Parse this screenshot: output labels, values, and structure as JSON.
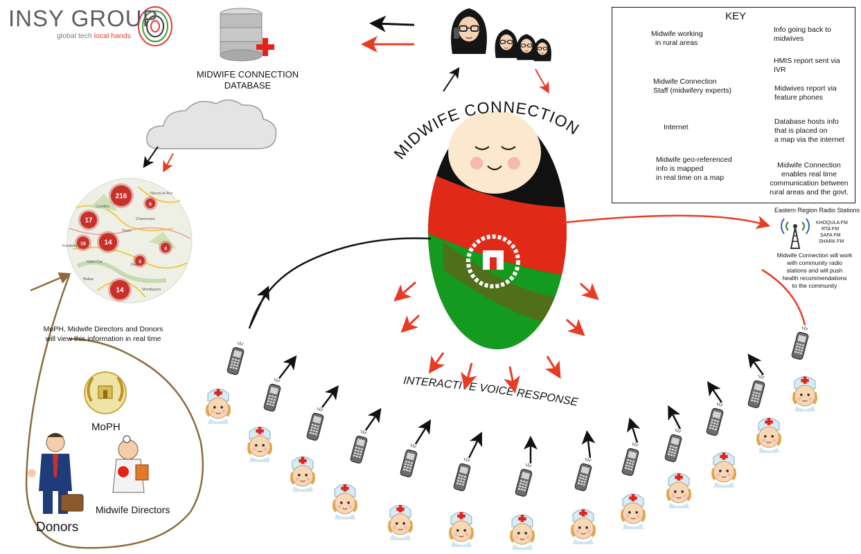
{
  "logo": {
    "title": "INSY GROUP",
    "tagline_part1": "global tech ",
    "tagline_part2": "local hands"
  },
  "database": {
    "label_line1": "MIDWIFE CONNECTION",
    "label_line2": "DATABASE"
  },
  "center": {
    "arc_title": "MIDWIFE CONNECTION",
    "ivr_label": "INTERACTIVE VOICE RESPONSE"
  },
  "key": {
    "title": "KEY",
    "items": [
      {
        "icon": "midwife-icon",
        "text_lines": [
          "Midwife working",
          "in rural areas"
        ]
      },
      {
        "icon": "red-arrow-icon",
        "text_lines": [
          "Info going back to",
          "midwives"
        ]
      },
      {
        "icon": "staff-icon",
        "text_lines": [
          "Midwife Connection",
          "Staff (midwifery experts)"
        ]
      },
      {
        "icon": "black-arrow-icon",
        "text_lines": [
          "HMIS report sent via",
          "IVR"
        ]
      },
      {
        "icon": "phone-icon",
        "text_lines": [
          "Midwives report via",
          "feature phones"
        ]
      },
      {
        "icon": "cloud-icon",
        "text_lines": [
          "Internet"
        ]
      },
      {
        "icon": "database-icon",
        "text_lines": [
          "Database hosts info",
          "that is placed on",
          "a map via the internet"
        ]
      },
      {
        "icon": "map-icon",
        "text_lines": [
          "Midwife geo-referenced",
          "info is mapped",
          "in real time on a map"
        ]
      },
      {
        "icon": "doll-icon",
        "text_lines": [
          "Midwife Connection",
          "enables real time",
          "communication between",
          "rural areas and the govt."
        ]
      }
    ]
  },
  "radio": {
    "title": "Eastern Region Radio Stations",
    "stations": [
      "KHOQULA FM",
      "RTA FM",
      "SAFA FM",
      "SHARK FM"
    ],
    "note_lines": [
      "Midwife Connection will work",
      "with community radio",
      "stations and will push",
      "health recommendations",
      "to the community"
    ]
  },
  "map": {
    "cluster_counts": [
      "216",
      "6",
      "17",
      "16",
      "14",
      "4",
      "4",
      "14"
    ],
    "place_names": [
      "Neuvy-le-Roi",
      "Cerelles",
      "Chanceaux",
      "Fondettes",
      "Saint-Cyr",
      "Tours",
      "Joué",
      "Ballan",
      "Montbazon"
    ]
  },
  "viewers": {
    "note_lines": [
      "MoPH, Midwife Directors and Donors",
      "will view this information in real time"
    ],
    "moph_label": "MoPH",
    "directors_label": "Midwife Directors",
    "donors_label": "Donors"
  },
  "colors": {
    "red_arrow": "#e83b24",
    "black_arrow": "#111111",
    "flag_black": "#111111",
    "flag_red": "#e02a17",
    "flag_green": "#149a1f",
    "map_cluster": "#c9302c",
    "brown_loop": "#8b6a3e"
  }
}
